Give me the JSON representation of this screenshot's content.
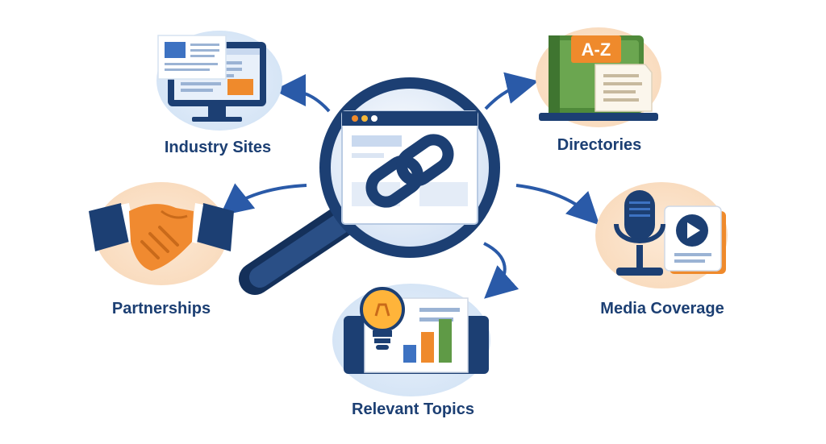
{
  "diagram": {
    "nodes": [
      {
        "id": "industry",
        "label": "Industry Sites",
        "icon": "monitor-icon"
      },
      {
        "id": "directories",
        "label": "Directories",
        "icon": "directory-book-icon",
        "badge": "A-Z"
      },
      {
        "id": "partnerships",
        "label": "Partnerships",
        "icon": "handshake-icon"
      },
      {
        "id": "media",
        "label": "Media Coverage",
        "icon": "microphone-video-icon"
      },
      {
        "id": "topics",
        "label": "Relevant Topics",
        "icon": "lightbulb-chart-icon"
      }
    ],
    "center_icon": "magnifier-link-icon"
  },
  "colors": {
    "navy": "#1c3f73",
    "blue": "#3d72c2",
    "orange": "#ef8a2c",
    "green": "#5f9a46",
    "peach": "#fbe3cc",
    "label": "#1c3f73"
  }
}
